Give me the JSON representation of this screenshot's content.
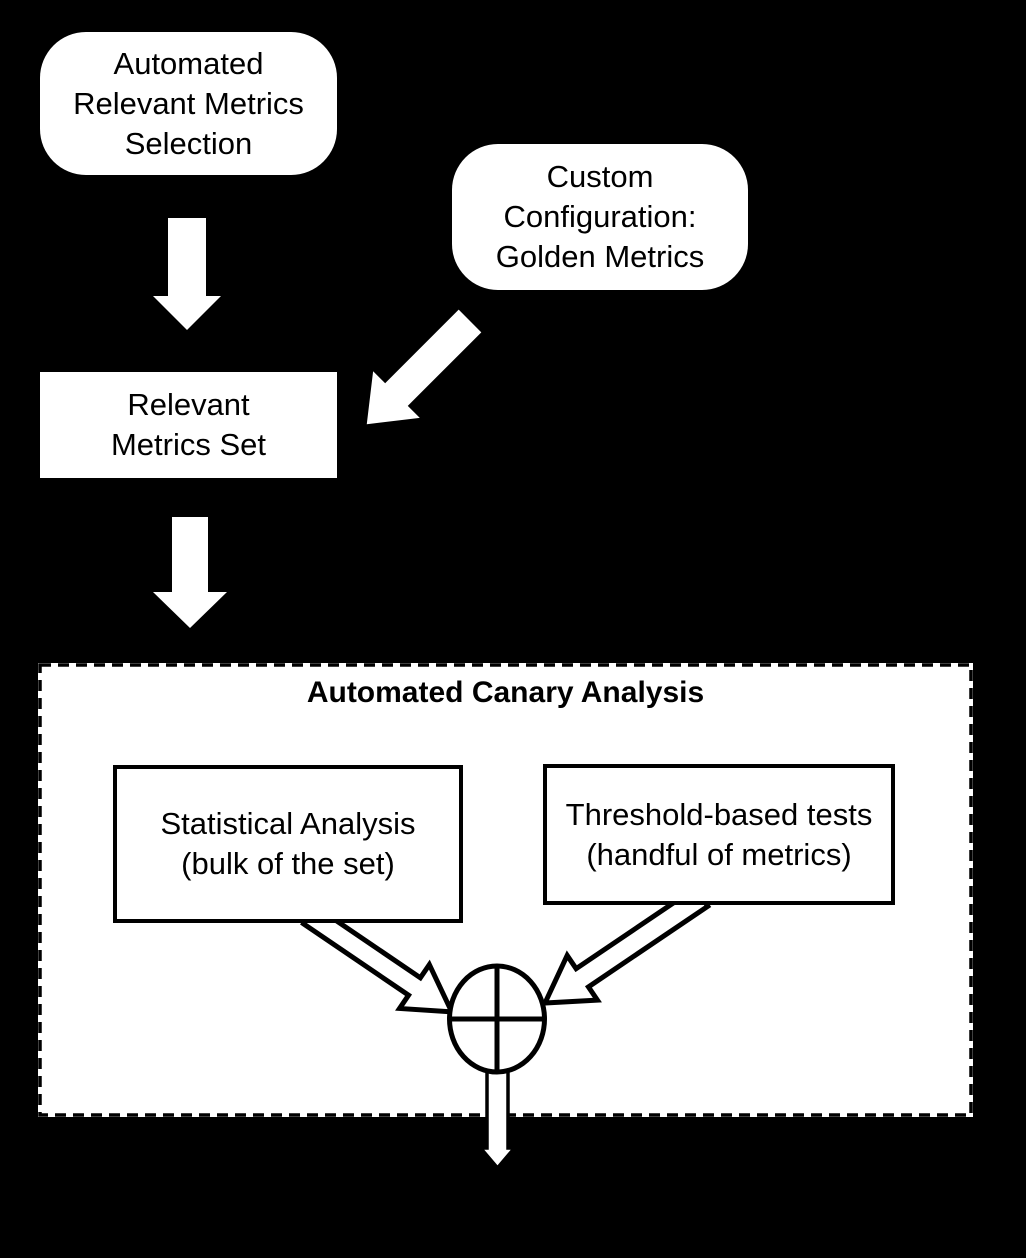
{
  "canvas": {
    "background": "#000000",
    "shape_fill": "#ffffff",
    "line_color": "#000000"
  },
  "nodes": {
    "automated_selection": {
      "lines": [
        "Automated",
        "Relevant Metrics",
        "Selection"
      ]
    },
    "custom_configuration": {
      "lines": [
        "Custom",
        "Configuration:",
        "Golden Metrics"
      ]
    },
    "relevant_metrics_set": {
      "lines": [
        "Relevant",
        "Metrics Set"
      ]
    },
    "statistical_analysis": {
      "lines": [
        "Statistical Analysis",
        "(bulk of the set)"
      ]
    },
    "threshold_tests": {
      "lines": [
        "Threshold-based tests",
        "(handful of metrics)"
      ]
    }
  },
  "container": {
    "title": "Automated Canary Analysis"
  },
  "icons": {
    "down_arrow": "solid-down-arrow",
    "diagonal_arrow": "solid-down-left-arrow",
    "statistical_to_merge": "outlined-arrow",
    "threshold_to_merge": "outlined-arrow",
    "merge_junction": "circled-plus-junction",
    "output_arrow": "outlined-down-arrow"
  }
}
